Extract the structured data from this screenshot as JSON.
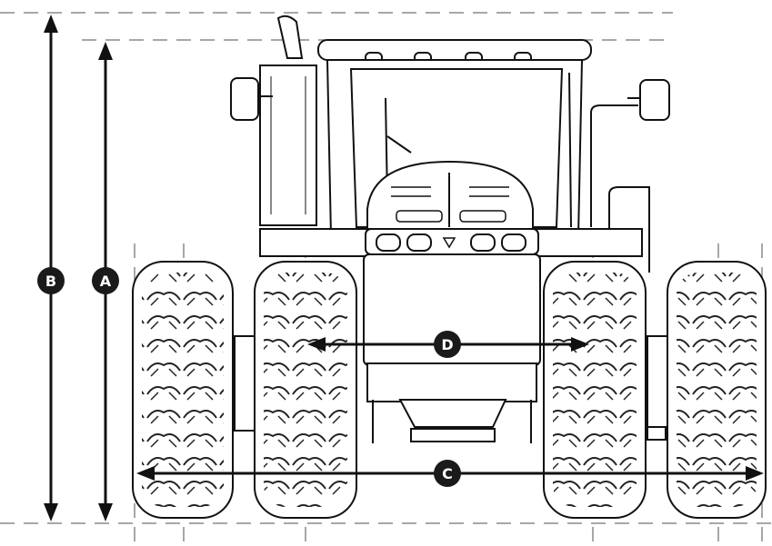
{
  "diagram": {
    "labels": {
      "a": "A",
      "b": "B",
      "c": "C",
      "d": "D"
    },
    "colors": {
      "line": "#111111",
      "dash": "#8a8a8a",
      "tire_fill": "#ffffff",
      "badge": "#1a1a1a",
      "badge_text": "#ffffff"
    }
  }
}
